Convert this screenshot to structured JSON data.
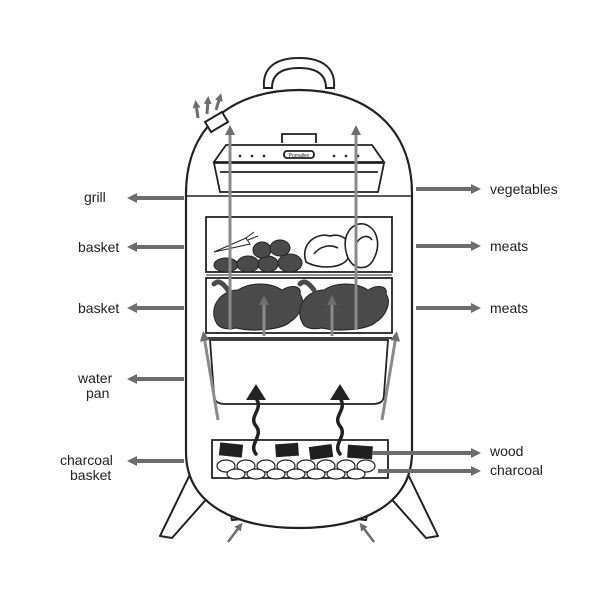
{
  "diagram": {
    "left_labels": {
      "grill": "grill",
      "basket_upper": "basket",
      "basket_lower": "basket",
      "water_pan_line1": "water",
      "water_pan_line2": "pan",
      "charcoal_basket_line1": "charcoal",
      "charcoal_basket_line2": "basket"
    },
    "right_labels": {
      "vegetables": "vegetables",
      "meats_upper": "meats",
      "meats_lower": "meats",
      "wood": "wood",
      "charcoal": "charcoal"
    },
    "pan_brand": "Pomalley",
    "colors": {
      "outline": "#222222",
      "arrow": "#6d6d6d",
      "food_fill": "#4a4a4a",
      "wood_fill": "#1f1f1f",
      "background": "#ffffff"
    }
  }
}
